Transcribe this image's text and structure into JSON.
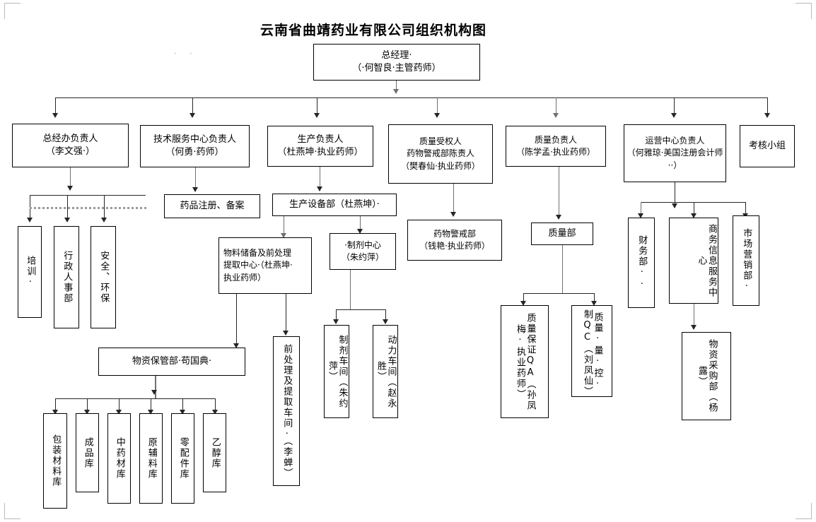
{
  "document": {
    "title": "云南省曲靖药业有限公司组织机构图",
    "stray_marks": ". ."
  },
  "chart_meta": {
    "type": "org-chart",
    "orientation": "top-down",
    "line_color": "#262626",
    "accent_line_color": "#6f6f6f",
    "box_border_color": "#000000",
    "background": "#ffffff"
  },
  "nodes": {
    "general_manager": {
      "line1": "总经理·",
      "line2": "（·何智良·主管药师）"
    },
    "level2": [
      {
        "id": "gm-office",
        "line1": "总经办负责人",
        "line2": "（李文强·）"
      },
      {
        "id": "tech-service",
        "line1": "技术服务中心负责人",
        "line2": "（何勇·药师）"
      },
      {
        "id": "production",
        "line1": "生产负责人",
        "line2": "（杜燕坤·执业药师）"
      },
      {
        "id": "qa-authorized",
        "line1": "质量受权人",
        "line2": "药物警戒部陈责人",
        "line3": "（樊春仙·执业药师）"
      },
      {
        "id": "quality-head",
        "line1": "质量负责人",
        "line2": "（陈学孟·执业药师）"
      },
      {
        "id": "operation",
        "line1": "运营中心负责人",
        "line2": "（何雅琼·美国注册会计师··）"
      },
      {
        "id": "assessment",
        "line1": "考核小组",
        "line2": ""
      }
    ],
    "gm_office_children": [
      {
        "id": "training",
        "text": "培训·"
      },
      {
        "id": "hr",
        "text": "行政人事部"
      },
      {
        "id": "safety",
        "text": "安全、环保"
      }
    ],
    "tech_children": [
      {
        "id": "drug-registration",
        "text": "药品注册、备案"
      }
    ],
    "production_children": [
      {
        "id": "prod-equipment",
        "text": "生产设备部（杜燕坤）·"
      }
    ],
    "prod_equipment_children": [
      {
        "id": "material-center",
        "line1": "物料储备及前处理",
        "line2": "提取中心·（杜燕坤·",
        "line3": "执业药师）"
      },
      {
        "id": "prep-center",
        "line1": "·制剂中心",
        "line2": "（朱约萍）"
      }
    ],
    "material_center_children": [
      {
        "id": "material-warehouse-dept",
        "text": "物资保管部·苟国典·"
      },
      {
        "id": "pretreat-workshop",
        "text": "前处理及提取车间·（李蝉）"
      }
    ],
    "prep_center_children": [
      {
        "id": "prep-workshop",
        "text": "制剂车间（朱约萍）"
      },
      {
        "id": "power-workshop",
        "text": "动力车间（赵永胜）"
      }
    ],
    "warehouses": [
      {
        "id": "packaging-material-warehouse",
        "text": "包装材料库"
      },
      {
        "id": "finished-goods-warehouse",
        "text": "成品库"
      },
      {
        "id": "herb-material-warehouse",
        "text": "中药材库"
      },
      {
        "id": "raw-excipient-warehouse",
        "text": "原辅料库"
      },
      {
        "id": "spare-parts-warehouse",
        "text": "零配件库"
      },
      {
        "id": "ethanol-warehouse",
        "text": "乙醇库"
      }
    ],
    "pharmacovigilance": {
      "id": "pharmacovigilance-dept",
      "line1": "药物警戒部",
      "line2": "（钱艳·执业药师）"
    },
    "quality_dept": {
      "id": "quality-department",
      "text": "质量部"
    },
    "quality_children": [
      {
        "id": "quality-assurance",
        "text": "质量保证QA（孙凤梅·执业药师）"
      },
      {
        "id": "quality-control",
        "text": "质量·量·控·制QC（刘凤仙）"
      }
    ],
    "operation_children": [
      {
        "id": "finance-dept",
        "text": "财务部··"
      },
      {
        "id": "business-info-center",
        "text": "商务信息服务中心"
      },
      {
        "id": "marketing-dept",
        "text": "市场营销部·"
      }
    ],
    "procurement": {
      "id": "procurement-dept",
      "text": "物资采购部（杨露）"
    }
  }
}
